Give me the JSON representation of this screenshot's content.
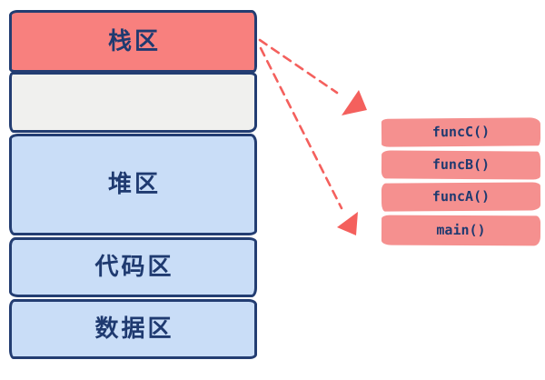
{
  "colors": {
    "stack_fill": "#F8807E",
    "empty_fill": "#F0F0EE",
    "blue_fill": "#C9DDF7",
    "frame_fill": "#F5908F",
    "border_navy": "#233D72",
    "text_navy": "#1F3A70",
    "arrow_red": "#F4605D"
  },
  "memory_layout": {
    "regions": [
      {
        "id": "stack",
        "label": "栈区"
      },
      {
        "id": "free",
        "label": ""
      },
      {
        "id": "heap",
        "label": "堆区"
      },
      {
        "id": "code",
        "label": "代码区"
      },
      {
        "id": "data",
        "label": "数据区"
      }
    ]
  },
  "call_stack": {
    "frames": [
      "funcC()",
      "funcB()",
      "funcA()",
      "main()"
    ]
  }
}
